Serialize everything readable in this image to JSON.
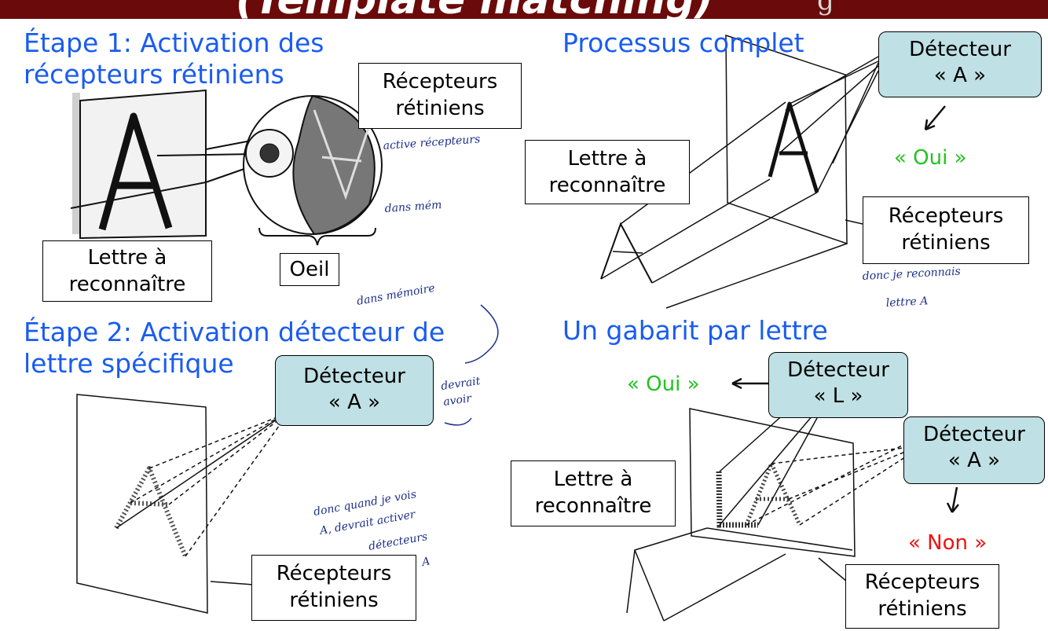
{
  "banner": {
    "title": "(Template matching)",
    "title_suffix": "g"
  },
  "step1": {
    "title_line1": "Étape 1: Activation des",
    "title_line2": "récepteurs rétiniens"
  },
  "step2": {
    "title_line1": "Étape 2: Activation détecteur de",
    "title_line2": "lettre spécifique"
  },
  "complete": {
    "title": "Processus complet"
  },
  "gabarit": {
    "title": "Un gabarit par lettre"
  },
  "labels": {
    "letter_line1": "Lettre à",
    "letter_line2": "reconnaître",
    "receptors_line1": "Récepteurs",
    "receptors_line2": "rétiniens",
    "eye": "Oeil",
    "detector": "Détecteur",
    "detector_a": "« A »",
    "detector_l": "« L »",
    "yes": "« Oui »",
    "no": "« Non »"
  },
  "handwriting": {
    "note1": "active récepteurs",
    "note2": "dans mém",
    "note3": "dans mémoire",
    "note4_line1": "devrait",
    "note4_line2": "avoir",
    "note5_line1": "donc je reconnais",
    "note5_line2": "lettre A",
    "note6_line1": "donc quand je vois",
    "note6_line2": "A, devrait activer",
    "note6_line3": "détecteurs",
    "note6_line4": "A"
  },
  "colors": {
    "banner": "#6b0a0a",
    "heading": "#1a5cf0",
    "detector_fill": "#bfe0e4",
    "yes": "#22c322",
    "no": "#ee1111",
    "ink": "#1d2f8a"
  }
}
